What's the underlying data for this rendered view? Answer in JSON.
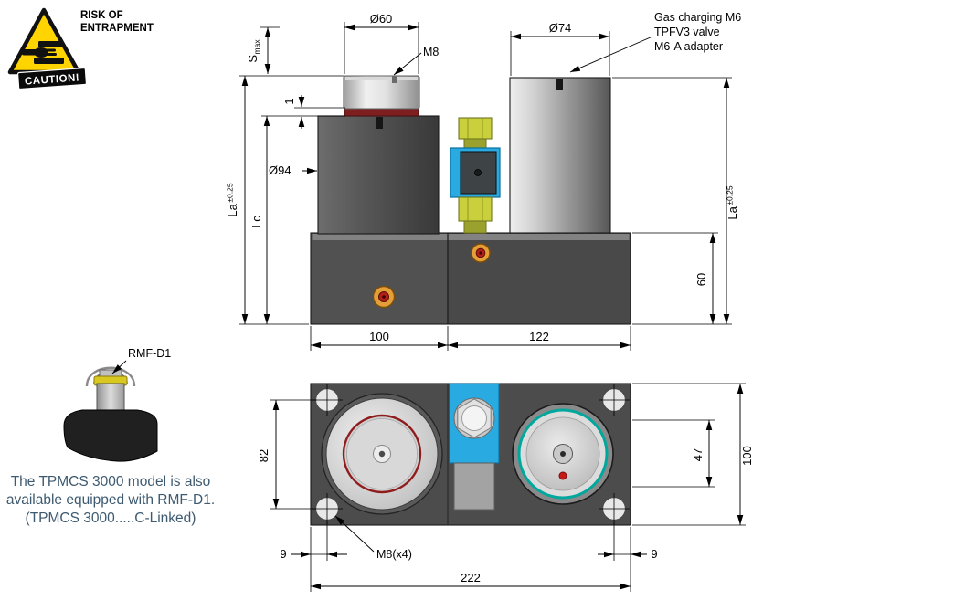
{
  "colors": {
    "caution_yellow": "#ffd400",
    "valve_blue": "#29abe2",
    "fitting_green": "#c9d03c",
    "ring_red": "#8f1d1d",
    "teal_ring": "#00a79d",
    "plug_orange": "#e59f39",
    "note_text": "#3d5a70"
  },
  "warning": {
    "risk_line1": "RISK OF",
    "risk_line2": "ENTRAPMENT",
    "caution": "CAUTION!"
  },
  "front_view": {
    "dia60": "Ø60",
    "dia74": "Ø74",
    "dia94": "Ø94",
    "m8": "M8",
    "s": "S",
    "s_sub": "max",
    "one": "1",
    "la": "La",
    "la_tol": "±0.25",
    "lc": "Lc",
    "h60": "60",
    "w100": "100",
    "w122": "122",
    "gas_line1": "Gas charging M6",
    "gas_line2": "TPFV3 valve",
    "gas_line3": "M6-A adapter"
  },
  "top_view": {
    "v82": "82",
    "v47": "47",
    "v100": "100",
    "h222": "222",
    "n9": "9",
    "m8x4": "M8(x4)"
  },
  "rmf": {
    "label": "RMF-D1"
  },
  "note": {
    "line1": "The TPMCS 3000 model is also",
    "line2": "available equipped with RMF-D1.",
    "line3": "(TPMCS 3000.....C-Linked)"
  }
}
